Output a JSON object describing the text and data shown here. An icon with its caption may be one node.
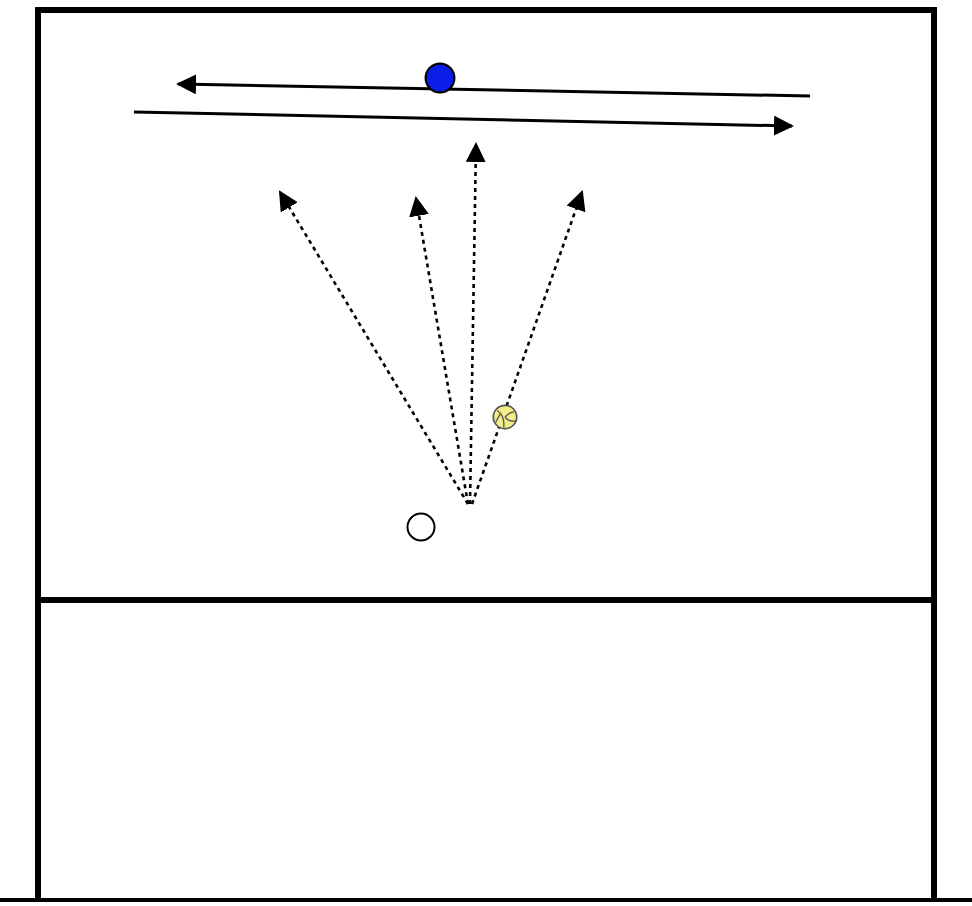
{
  "diagram": {
    "nodes": [
      {
        "text": [],
        "shape": "circle"
      },
      {
        "text": [],
        "shape": "ball"
      },
      {
        "text": [],
        "shape": "circle"
      }
    ]
  }
}
